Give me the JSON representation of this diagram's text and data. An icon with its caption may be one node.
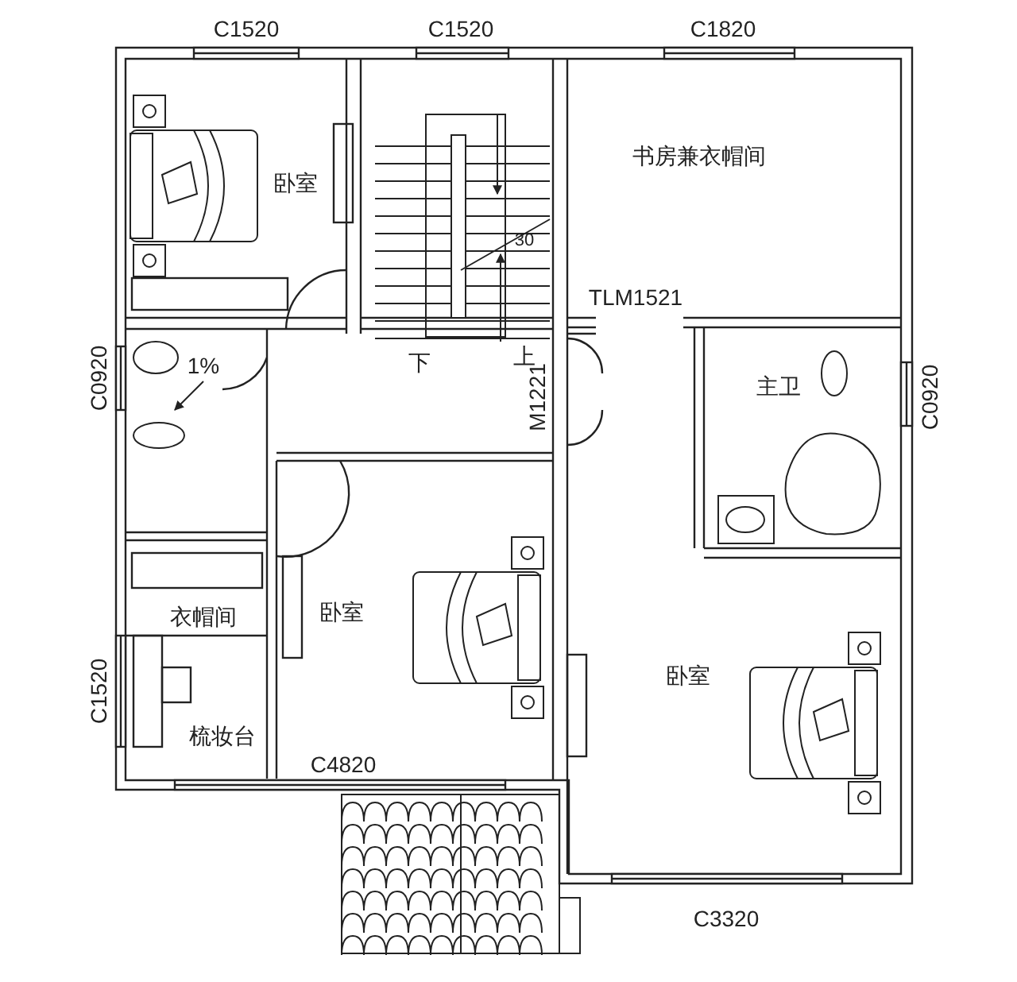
{
  "diagram": {
    "labels": [
      "C1520",
      "C1520",
      "C1820",
      "卧室",
      "书房兼衣帽间",
      "30",
      "TLM1521",
      "下",
      "上",
      "C0920",
      "1%",
      "M1221",
      "主卫",
      "C0920",
      "衣帽间",
      "卧室",
      "卧室",
      "C1520",
      "梳妆台",
      "C4820",
      "C3320"
    ]
  }
}
